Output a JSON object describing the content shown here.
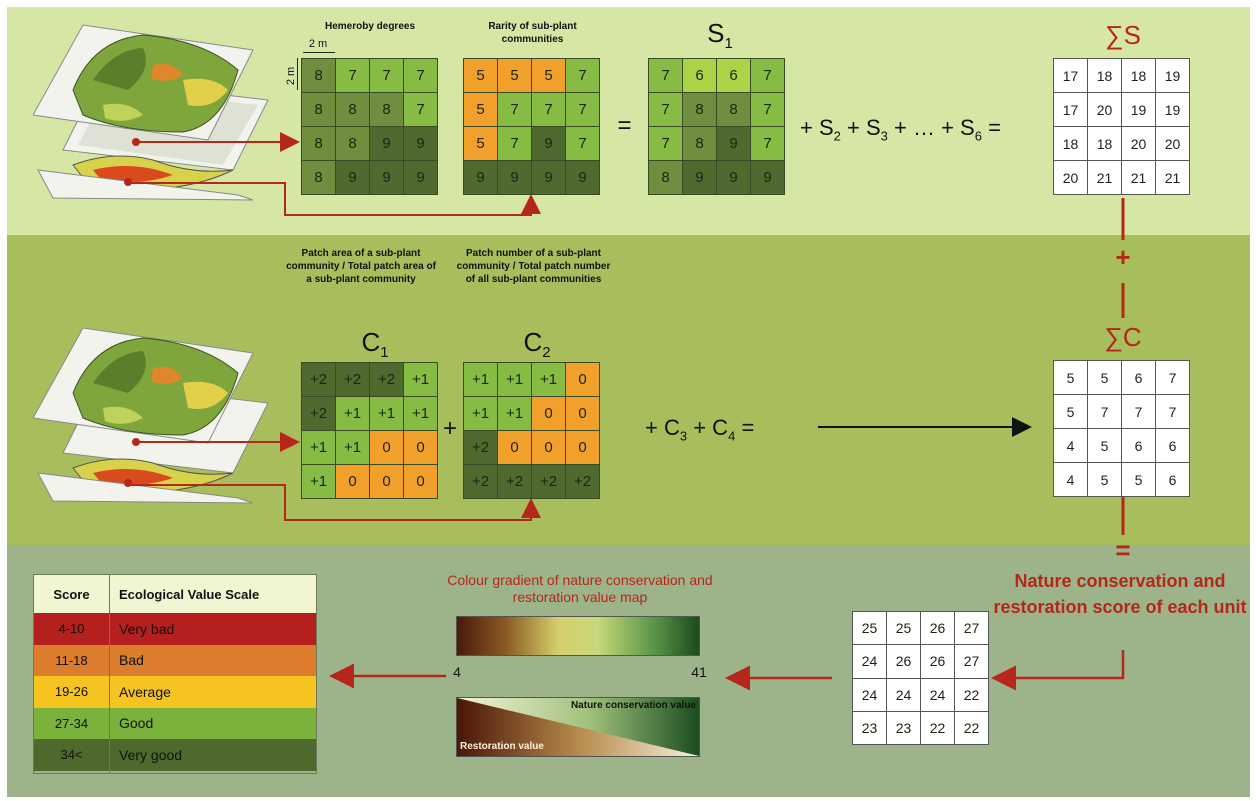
{
  "top": {
    "grid1_title": "Hemeroby degrees",
    "grid2_title": "Rarity of sub-plant communities",
    "scale_h": "2 m",
    "scale_v": "2 m",
    "s1_label": "S",
    "s1_sub": "1",
    "equals": "=",
    "sum_s_label": "∑S",
    "formula": {
      "p1": "+ S",
      "s2": "2",
      "p2": "+ S",
      "s3": "3",
      "p3": "+ … + S",
      "s6": "6",
      "p4": "="
    },
    "grid_hemeroby": [
      [
        8,
        7,
        7,
        7
      ],
      [
        8,
        8,
        8,
        7
      ],
      [
        8,
        8,
        9,
        9
      ],
      [
        8,
        9,
        9,
        9
      ]
    ],
    "grid_rarity": [
      [
        5,
        5,
        5,
        7
      ],
      [
        5,
        7,
        7,
        7
      ],
      [
        5,
        7,
        9,
        7
      ],
      [
        9,
        9,
        9,
        9
      ]
    ],
    "grid_s1": [
      [
        7,
        6,
        6,
        7
      ],
      [
        7,
        8,
        8,
        7
      ],
      [
        7,
        8,
        9,
        7
      ],
      [
        8,
        9,
        9,
        9
      ]
    ],
    "grid_sum_s": [
      [
        17,
        18,
        18,
        19
      ],
      [
        17,
        20,
        19,
        19
      ],
      [
        18,
        18,
        20,
        20
      ],
      [
        20,
        21,
        21,
        21
      ]
    ]
  },
  "middle": {
    "c1_title": "Patch area of a sub-plant community / Total patch area of a sub-plant community",
    "c2_title": "Patch number of a sub-plant community / Total patch number of all sub-plant communities",
    "c1_label": "C",
    "c1_sub": "1",
    "c2_label": "C",
    "c2_sub": "2",
    "plus": "+",
    "sum_c_label": "∑C",
    "formula": {
      "p1": "+ C",
      "s3": "3",
      "p2": "+ C",
      "s4": "4",
      "p3": "="
    },
    "grid_c1": [
      [
        "+2",
        "+2",
        "+2",
        "+1"
      ],
      [
        "+2",
        "+1",
        "+1",
        "+1"
      ],
      [
        "+1",
        "+1",
        "0",
        "0"
      ],
      [
        "+1",
        "0",
        "0",
        "0"
      ]
    ],
    "grid_c2": [
      [
        "+1",
        "+1",
        "+1",
        "0"
      ],
      [
        "+1",
        "+1",
        "0",
        "0"
      ],
      [
        "+2",
        "0",
        "0",
        "0"
      ],
      [
        "+2",
        "+2",
        "+2",
        "+2"
      ]
    ],
    "grid_sum_c": [
      [
        5,
        5,
        6,
        7
      ],
      [
        5,
        7,
        7,
        7
      ],
      [
        4,
        5,
        6,
        6
      ],
      [
        4,
        5,
        5,
        6
      ]
    ],
    "connector_plus": "+",
    "connector_equals": "="
  },
  "bottom": {
    "result_title": "Nature conservation and restoration score of each unit",
    "grid_result": [
      [
        25,
        25,
        26,
        27
      ],
      [
        24,
        26,
        26,
        27
      ],
      [
        24,
        24,
        24,
        22
      ],
      [
        23,
        23,
        22,
        22
      ]
    ],
    "gradient_title": "Colour gradient of nature conservation and restoration value map",
    "gradient_min": "4",
    "gradient_max": "41",
    "nature_value": "Nature conservation value",
    "restoration_value": "Restoration value",
    "legend": {
      "header_score": "Score",
      "header_scale": "Ecological Value Scale",
      "rows": [
        {
          "score": "4-10",
          "label": "Very bad",
          "color": "#b5201f"
        },
        {
          "score": "11-18",
          "label": "Bad",
          "color": "#dd7c2c"
        },
        {
          "score": "19-26",
          "label": "Average",
          "color": "#f5c421"
        },
        {
          "score": "27-34",
          "label": "Good",
          "color": "#7bb23b"
        },
        {
          "score": "34<",
          "label": "Very good",
          "color": "#4d6a2c"
        }
      ]
    }
  },
  "colors": {
    "value_colors": {
      "9": "#4e6a2e",
      "8": "#6f8f3e",
      "7": "#86bb44",
      "6": "#a8d446",
      "5": "#f0a02b",
      "+2": "#4e6a2e",
      "+1": "#86bb44",
      "0": "#f0a02b"
    },
    "arrow_red": "#b5261b"
  }
}
